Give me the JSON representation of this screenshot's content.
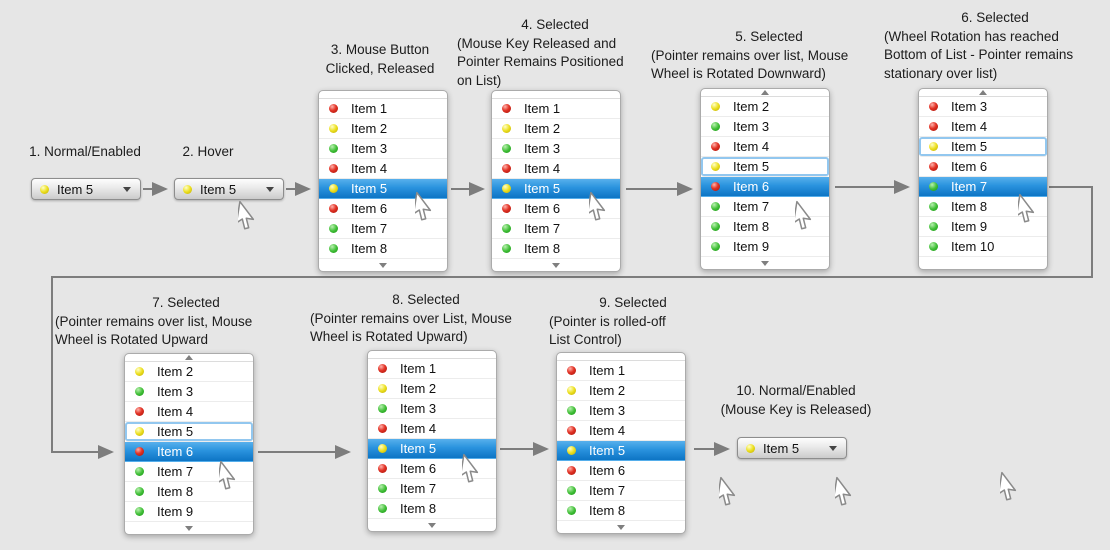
{
  "diagram_title": "Dropdown list mouse-wheel interaction states",
  "colors": {
    "background": "#e6e6e6",
    "selection_blue_top": "#58b0ec",
    "selection_blue_bottom": "#0d74c4",
    "focus_ring_blue": "#92c7ef",
    "connector_gray": "#7d7d7d",
    "bullet_red": "#e23225",
    "bullet_yellow": "#ecdf1d",
    "bullet_green": "#43c03a"
  },
  "labels": {
    "s1": {
      "lines": [
        "1. Normal/Enabled"
      ]
    },
    "s2": {
      "lines": [
        "2. Hover"
      ]
    },
    "s3": {
      "lines": [
        "3. Mouse Button",
        "Clicked, Released"
      ]
    },
    "s4": {
      "lines": [
        "4. Selected",
        "(Mouse Key Released and",
        "Pointer Remains Positioned",
        "on List)"
      ]
    },
    "s5": {
      "lines": [
        "5. Selected",
        "(Pointer remains over list, Mouse",
        "Wheel is Rotated Downward)"
      ]
    },
    "s6": {
      "lines": [
        "6. Selected",
        "(Wheel Rotation has reached",
        "Bottom of List - Pointer remains",
        "stationary over list)"
      ]
    },
    "s7": {
      "lines": [
        "7. Selected",
        "(Pointer remains over list, Mouse",
        "Wheel is Rotated Upward"
      ]
    },
    "s8": {
      "lines": [
        "8. Selected",
        "(Pointer remains over List, Mouse",
        "Wheel is Rotated Upward)"
      ]
    },
    "s9": {
      "lines": [
        "9. Selected",
        "(Pointer is rolled-off",
        "List Control)"
      ]
    },
    "s10": {
      "lines": [
        "10. Normal/Enabled",
        "(Mouse Key is Released)"
      ]
    }
  },
  "dropdowns": {
    "d1": {
      "value": "Item 5",
      "bullet": "yellow"
    },
    "d2": {
      "value": "Item 5",
      "bullet": "yellow"
    },
    "d10": {
      "value": "Item 5",
      "bullet": "yellow"
    }
  },
  "lists": {
    "l3": {
      "scroll_up": false,
      "scroll_down": true,
      "items": [
        {
          "label": "Item 1",
          "bullet": "red",
          "state": "normal"
        },
        {
          "label": "Item 2",
          "bullet": "yellow",
          "state": "normal"
        },
        {
          "label": "Item 3",
          "bullet": "green",
          "state": "normal"
        },
        {
          "label": "Item 4",
          "bullet": "red",
          "state": "normal"
        },
        {
          "label": "Item 5",
          "bullet": "yellow",
          "state": "selected"
        },
        {
          "label": "Item 6",
          "bullet": "red",
          "state": "normal"
        },
        {
          "label": "Item 7",
          "bullet": "green",
          "state": "normal"
        },
        {
          "label": "Item 8",
          "bullet": "green",
          "state": "normal"
        }
      ]
    },
    "l4": {
      "scroll_up": false,
      "scroll_down": true,
      "items": [
        {
          "label": "Item 1",
          "bullet": "red",
          "state": "normal"
        },
        {
          "label": "Item 2",
          "bullet": "yellow",
          "state": "normal"
        },
        {
          "label": "Item 3",
          "bullet": "green",
          "state": "normal"
        },
        {
          "label": "Item 4",
          "bullet": "red",
          "state": "normal"
        },
        {
          "label": "Item 5",
          "bullet": "yellow",
          "state": "selected"
        },
        {
          "label": "Item 6",
          "bullet": "red",
          "state": "normal"
        },
        {
          "label": "Item 7",
          "bullet": "green",
          "state": "normal"
        },
        {
          "label": "Item 8",
          "bullet": "green",
          "state": "normal"
        }
      ]
    },
    "l5": {
      "scroll_up": true,
      "scroll_down": true,
      "items": [
        {
          "label": "Item 2",
          "bullet": "yellow",
          "state": "normal"
        },
        {
          "label": "Item 3",
          "bullet": "green",
          "state": "normal"
        },
        {
          "label": "Item 4",
          "bullet": "red",
          "state": "normal"
        },
        {
          "label": "Item 5",
          "bullet": "yellow",
          "state": "focused"
        },
        {
          "label": "Item 6",
          "bullet": "red",
          "state": "selected"
        },
        {
          "label": "Item 7",
          "bullet": "green",
          "state": "normal"
        },
        {
          "label": "Item 8",
          "bullet": "green",
          "state": "normal"
        },
        {
          "label": "Item 9",
          "bullet": "green",
          "state": "normal"
        }
      ]
    },
    "l6": {
      "scroll_up": true,
      "scroll_down": false,
      "items": [
        {
          "label": "Item 3",
          "bullet": "red",
          "state": "normal"
        },
        {
          "label": "Item 4",
          "bullet": "red",
          "state": "normal"
        },
        {
          "label": "Item 5",
          "bullet": "yellow",
          "state": "focused"
        },
        {
          "label": "Item 6",
          "bullet": "red",
          "state": "normal"
        },
        {
          "label": "Item 7",
          "bullet": "green",
          "state": "selected"
        },
        {
          "label": "Item 8",
          "bullet": "green",
          "state": "normal"
        },
        {
          "label": "Item 9",
          "bullet": "green",
          "state": "normal"
        },
        {
          "label": "Item 10",
          "bullet": "green",
          "state": "normal"
        }
      ]
    },
    "l7": {
      "scroll_up": true,
      "scroll_down": true,
      "items": [
        {
          "label": "Item 2",
          "bullet": "yellow",
          "state": "normal"
        },
        {
          "label": "Item 3",
          "bullet": "green",
          "state": "normal"
        },
        {
          "label": "Item 4",
          "bullet": "red",
          "state": "normal"
        },
        {
          "label": "Item 5",
          "bullet": "yellow",
          "state": "focused"
        },
        {
          "label": "Item 6",
          "bullet": "red",
          "state": "selected"
        },
        {
          "label": "Item 7",
          "bullet": "green",
          "state": "normal"
        },
        {
          "label": "Item 8",
          "bullet": "green",
          "state": "normal"
        },
        {
          "label": "Item 9",
          "bullet": "green",
          "state": "normal"
        }
      ]
    },
    "l8": {
      "scroll_up": false,
      "scroll_down": true,
      "items": [
        {
          "label": "Item 1",
          "bullet": "red",
          "state": "normal"
        },
        {
          "label": "Item 2",
          "bullet": "yellow",
          "state": "normal"
        },
        {
          "label": "Item 3",
          "bullet": "green",
          "state": "normal"
        },
        {
          "label": "Item 4",
          "bullet": "red",
          "state": "normal"
        },
        {
          "label": "Item 5",
          "bullet": "yellow",
          "state": "selected"
        },
        {
          "label": "Item 6",
          "bullet": "red",
          "state": "normal"
        },
        {
          "label": "Item 7",
          "bullet": "green",
          "state": "normal"
        },
        {
          "label": "Item 8",
          "bullet": "green",
          "state": "normal"
        }
      ]
    },
    "l9": {
      "scroll_up": false,
      "scroll_down": true,
      "items": [
        {
          "label": "Item 1",
          "bullet": "red",
          "state": "normal"
        },
        {
          "label": "Item 2",
          "bullet": "yellow",
          "state": "normal"
        },
        {
          "label": "Item 3",
          "bullet": "green",
          "state": "normal"
        },
        {
          "label": "Item 4",
          "bullet": "red",
          "state": "normal"
        },
        {
          "label": "Item 5",
          "bullet": "yellow",
          "state": "selected"
        },
        {
          "label": "Item 6",
          "bullet": "red",
          "state": "normal"
        },
        {
          "label": "Item 7",
          "bullet": "green",
          "state": "normal"
        },
        {
          "label": "Item 8",
          "bullet": "green",
          "state": "normal"
        }
      ]
    }
  }
}
